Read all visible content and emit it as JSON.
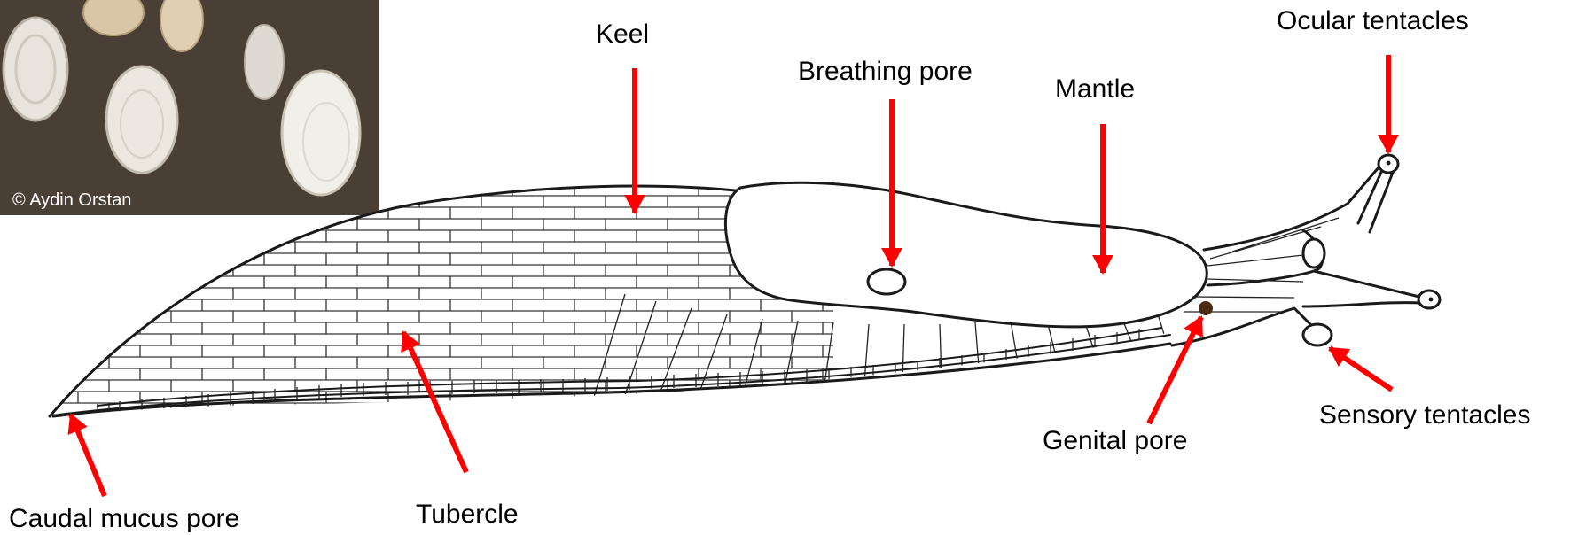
{
  "photo": {
    "credit": "© Aydin Orstan",
    "background_color": "#4a3f34",
    "shell_color": "#e8e4dc"
  },
  "diagram": {
    "accent_color": "#ff0000",
    "genital_pore_color": "#4a2a12",
    "labels": {
      "keel": "Keel",
      "breathing_pore": "Breathing pore",
      "mantle": "Mantle",
      "ocular_tentacles": "Ocular tentacles",
      "sensory_tentacles": "Sensory tentacles",
      "genital_pore": "Genital pore",
      "tubercle": "Tubercle",
      "caudal_mucus_pore": "Caudal mucus pore"
    }
  }
}
